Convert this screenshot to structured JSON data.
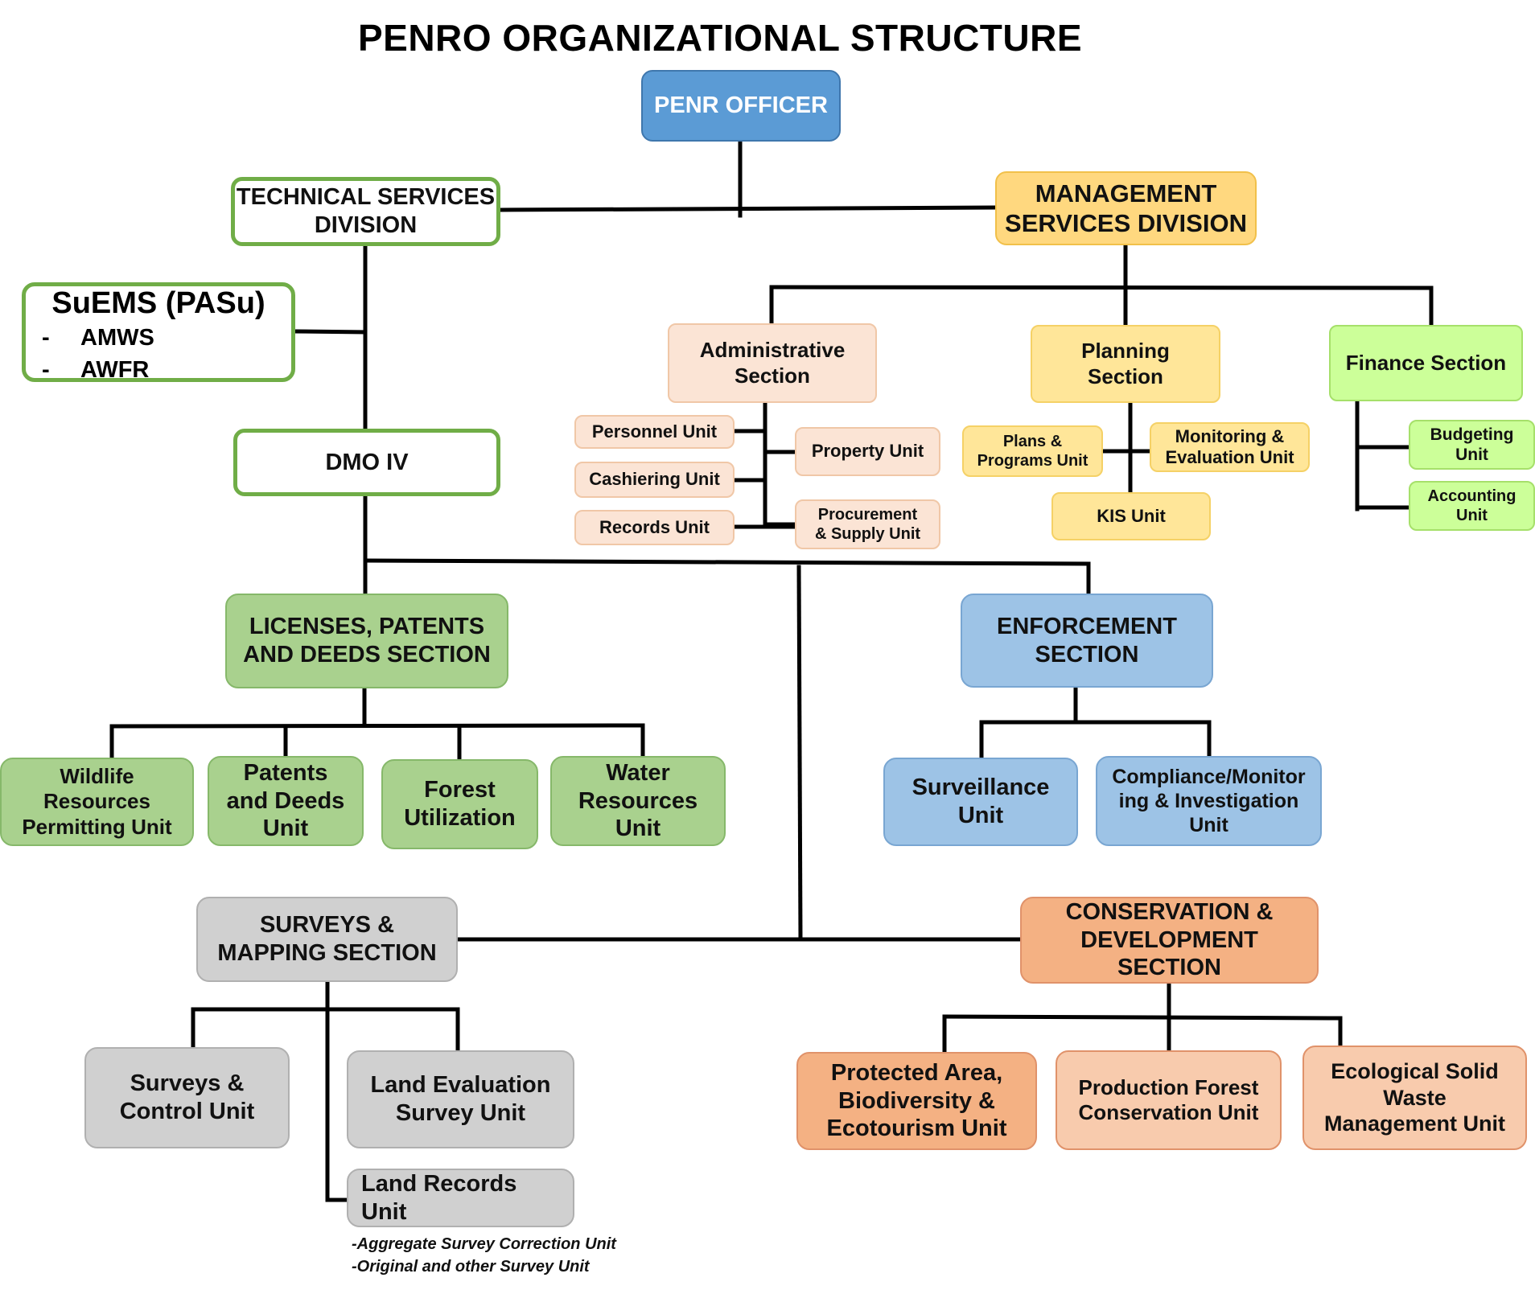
{
  "title": "PENRO ORGANIZATIONAL STRUCTURE",
  "nodes": {
    "penr_officer": "PENR OFFICER",
    "technical_services": "TECHNICAL SERVICES\nDIVISION",
    "management_services": "MANAGEMENT\nSERVICES DIVISION",
    "suems": {
      "title": "SuEMS (PASu)",
      "items": [
        {
          "dash": "-",
          "label": "AMWS"
        },
        {
          "dash": "-",
          "label": "AWFR"
        }
      ]
    },
    "dmo": "DMO IV",
    "administrative": "Administrative\nSection",
    "planning": "Planning\nSection",
    "finance": "Finance Section",
    "personnel": "Personnel Unit",
    "cashiering": "Cashiering Unit",
    "records": "Records Unit",
    "property": "Property Unit",
    "procurement": "Procurement\n& Supply Unit",
    "plans": "Plans &\nPrograms Unit",
    "monitoring": "Monitoring &\nEvaluation Unit",
    "kis": "KIS Unit",
    "budgeting": "Budgeting\nUnit",
    "accounting": "Accounting\nUnit",
    "licenses": "LICENSES, PATENTS\nAND DEEDS SECTION",
    "enforcement": "ENFORCEMENT\nSECTION",
    "wildlife": "Wildlife\nResources\nPermitting Unit",
    "patents": "Patents\nand Deeds\nUnit",
    "forest": "Forest\nUtilization",
    "water": "Water\nResources\nUnit",
    "surveillance": "Surveillance\nUnit",
    "compliance": "Compliance/Monitor\ning & Investigation\nUnit",
    "surveys": "SURVEYS &\nMAPPING SECTION",
    "conservation": "CONSERVATION &\nDEVELOPMENT\nSECTION",
    "surveys_control": "Surveys &\nControl Unit",
    "land_evaluation": "Land Evaluation\nSurvey Unit",
    "land_records": "Land Records\nUnit",
    "protected_area": "Protected Area,\nBiodiversity &\nEcotourism Unit",
    "production_forest": "Production Forest\nConservation Unit",
    "ecological": "Ecological Solid\nWaste\nManagement Unit"
  },
  "notes": [
    "-Aggregate Survey Correction Unit",
    "-Original and other Survey Unit"
  ],
  "colors": {
    "officer": "#5b9bd5",
    "management": "#ffd87f",
    "technical_outline": "#70ad47",
    "licenses": "#a9d18e",
    "enforcement": "#9dc3e6",
    "surveys": "#d0d0d0",
    "conservation": "#f4b183",
    "admin": "#fbe4d5",
    "planning": "#ffe699",
    "finance": "#ccff99"
  }
}
